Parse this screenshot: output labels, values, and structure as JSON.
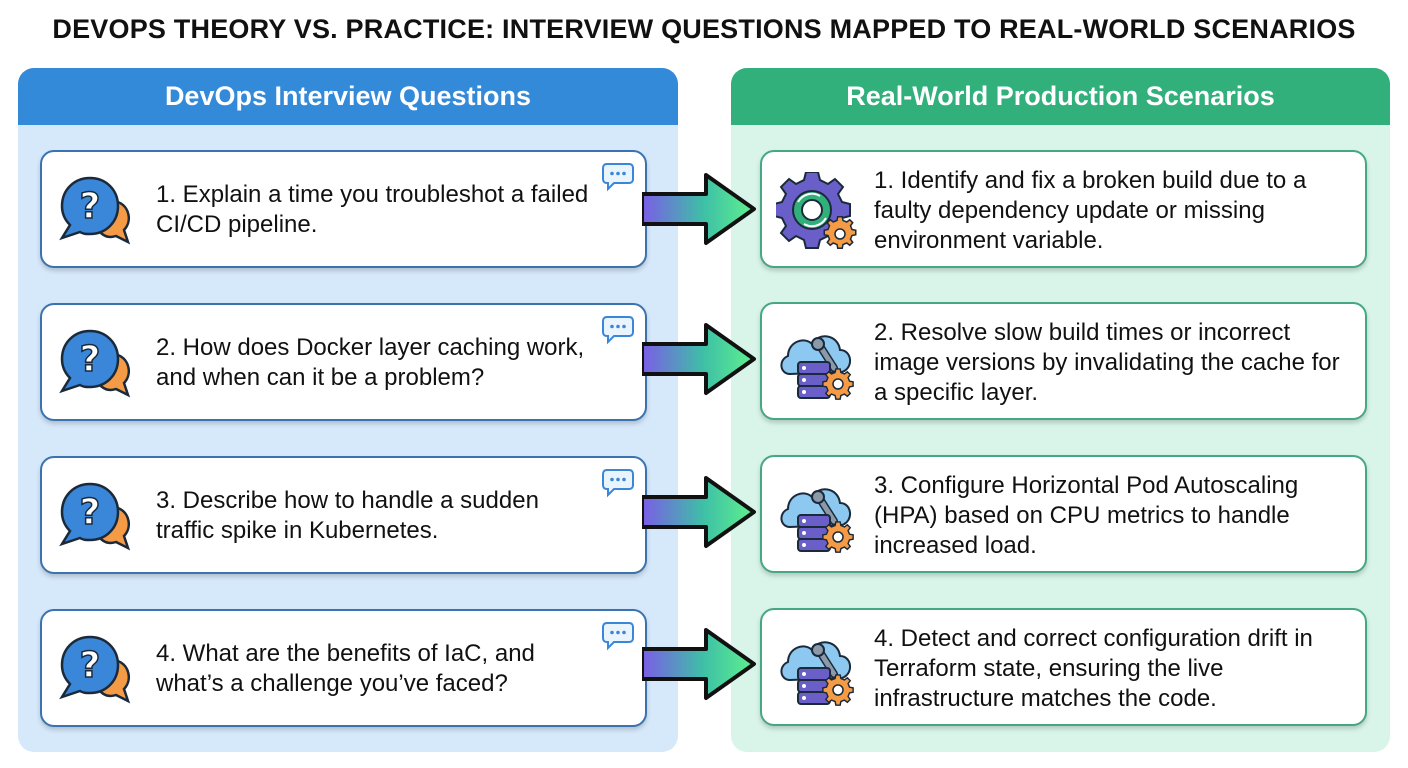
{
  "title": "DEVOPS THEORY VS. PRACTICE: INTERVIEW QUESTIONS MAPPED TO REAL-WORLD SCENARIOS",
  "colors": {
    "left_header": "#338ad9",
    "left_panel_bg": "#d6e9fb",
    "right_header": "#32b07c",
    "right_panel_bg": "#d9f5ea",
    "arrow_gradient_start": "#7b5ce6",
    "arrow_gradient_end": "#5ff08f",
    "question_icon_blue": "#3a86d8",
    "question_icon_orange": "#f59b45"
  },
  "left_panel": {
    "header": "DevOps Interview Questions",
    "questions": [
      {
        "text": "1. Explain a time you troubleshot a failed CI/CD pipeline.",
        "icon": "question-bubble-icon",
        "corner_icon": "chat-dots-icon"
      },
      {
        "text": "2. How does Docker layer caching work, and when can it be a problem?",
        "icon": "question-bubble-icon",
        "corner_icon": "chat-dots-icon"
      },
      {
        "text": "3. Describe how to handle a sudden traffic spike in Kubernetes.",
        "icon": "question-bubble-icon",
        "corner_icon": "chat-dots-icon"
      },
      {
        "text": "4. What are the benefits of IaC, and what’s a challenge you’ve faced?",
        "icon": "question-bubble-icon",
        "corner_icon": "chat-dots-icon"
      }
    ]
  },
  "right_panel": {
    "header": "Real-World Production Scenarios",
    "scenarios": [
      {
        "text": "1. Identify and fix a broken build due to a faulty dependency update or missing environment variable.",
        "icon": "gear-sync-icon"
      },
      {
        "text": "2. Resolve slow build times or incorrect image versions by invalidating the cache for a specific layer.",
        "icon": "cloud-server-wrench-icon"
      },
      {
        "text": "3. Configure Horizontal Pod Autoscaling (HPA) based on CPU metrics to handle increased load.",
        "icon": "cloud-server-wrench-icon"
      },
      {
        "text": "4. Detect and correct configuration drift in Terraform state, ensuring the live infrastructure matches the code.",
        "icon": "cloud-server-wrench-icon"
      }
    ]
  },
  "connectors": [
    {
      "from": "question-1",
      "to": "scenario-1",
      "icon": "arrow-right-icon"
    },
    {
      "from": "question-2",
      "to": "scenario-2",
      "icon": "arrow-right-icon"
    },
    {
      "from": "question-3",
      "to": "scenario-3",
      "icon": "arrow-right-icon"
    },
    {
      "from": "question-4",
      "to": "scenario-4",
      "icon": "arrow-right-icon"
    }
  ]
}
